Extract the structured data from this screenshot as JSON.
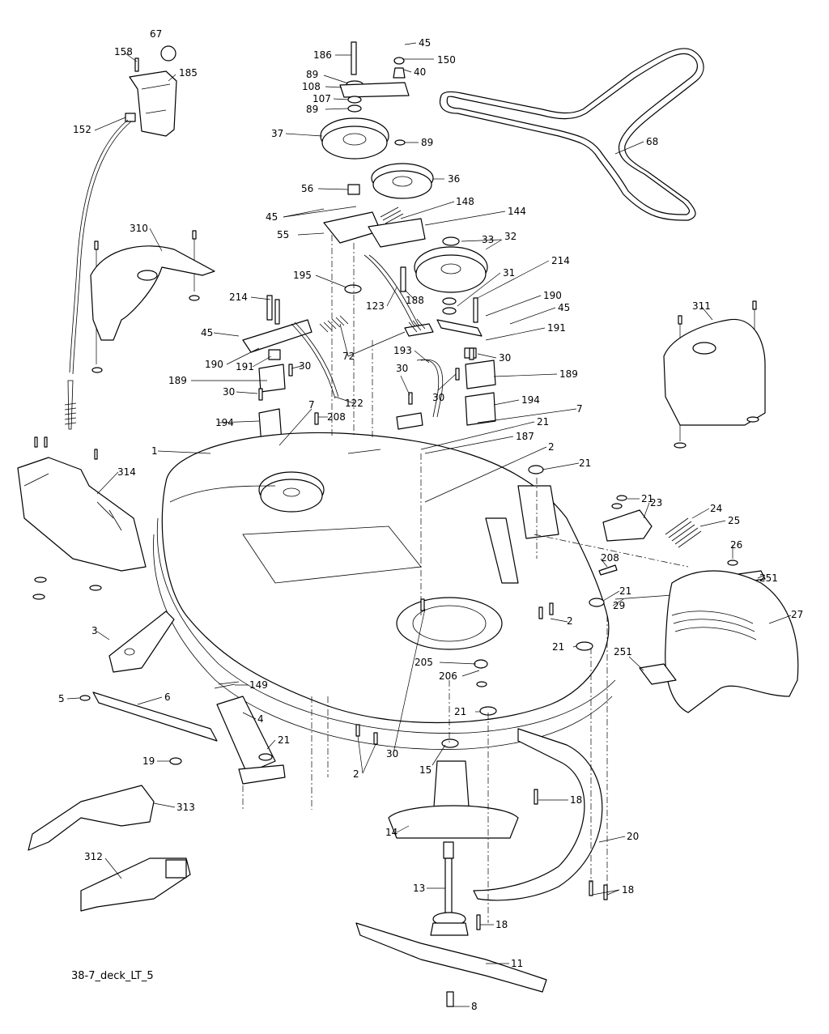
{
  "caption": "38-7_deck_LT_5",
  "callouts": [
    {
      "id": "c67",
      "label": "67"
    },
    {
      "id": "c158",
      "label": "158"
    },
    {
      "id": "c185",
      "label": "185"
    },
    {
      "id": "c152",
      "label": "152"
    },
    {
      "id": "c186",
      "label": "186"
    },
    {
      "id": "c45a",
      "label": "45"
    },
    {
      "id": "c150",
      "label": "150"
    },
    {
      "id": "c89a",
      "label": "89"
    },
    {
      "id": "c40",
      "label": "40"
    },
    {
      "id": "c108",
      "label": "108"
    },
    {
      "id": "c107",
      "label": "107"
    },
    {
      "id": "c89b",
      "label": "89"
    },
    {
      "id": "c37",
      "label": "37"
    },
    {
      "id": "c89c",
      "label": "89"
    },
    {
      "id": "c68",
      "label": "68"
    },
    {
      "id": "c36",
      "label": "36"
    },
    {
      "id": "c56",
      "label": "56"
    },
    {
      "id": "c148",
      "label": "148"
    },
    {
      "id": "c45b",
      "label": "45"
    },
    {
      "id": "c144",
      "label": "144"
    },
    {
      "id": "c55",
      "label": "55"
    },
    {
      "id": "c33",
      "label": "33"
    },
    {
      "id": "c32",
      "label": "32"
    },
    {
      "id": "c310",
      "label": "310"
    },
    {
      "id": "c214a",
      "label": "214"
    },
    {
      "id": "c195",
      "label": "195"
    },
    {
      "id": "c31",
      "label": "31"
    },
    {
      "id": "c190a",
      "label": "190"
    },
    {
      "id": "c123",
      "label": "123"
    },
    {
      "id": "c188",
      "label": "188"
    },
    {
      "id": "c214b",
      "label": "214"
    },
    {
      "id": "c311",
      "label": "311"
    },
    {
      "id": "c45c",
      "label": "45"
    },
    {
      "id": "c191a",
      "label": "191"
    },
    {
      "id": "c45d",
      "label": "45"
    },
    {
      "id": "c190b",
      "label": "190"
    },
    {
      "id": "c191b",
      "label": "191"
    },
    {
      "id": "c72",
      "label": "72"
    },
    {
      "id": "c193",
      "label": "193"
    },
    {
      "id": "c30a",
      "label": "30"
    },
    {
      "id": "c30b",
      "label": "30"
    },
    {
      "id": "c189a",
      "label": "189"
    },
    {
      "id": "c189b",
      "label": "189"
    },
    {
      "id": "c30c",
      "label": "30"
    },
    {
      "id": "c30d",
      "label": "30"
    },
    {
      "id": "c30e",
      "label": "30"
    },
    {
      "id": "c122",
      "label": "122"
    },
    {
      "id": "c7a",
      "label": "7"
    },
    {
      "id": "c194a",
      "label": "194"
    },
    {
      "id": "c7b",
      "label": "7"
    },
    {
      "id": "c208a",
      "label": "208"
    },
    {
      "id": "c194b",
      "label": "194"
    },
    {
      "id": "c21a",
      "label": "21"
    },
    {
      "id": "c187",
      "label": "187"
    },
    {
      "id": "c1",
      "label": "1"
    },
    {
      "id": "c2a",
      "label": "2"
    },
    {
      "id": "c21b",
      "label": "21"
    },
    {
      "id": "c314",
      "label": "314"
    },
    {
      "id": "c21c",
      "label": "21"
    },
    {
      "id": "c23",
      "label": "23"
    },
    {
      "id": "c24",
      "label": "24"
    },
    {
      "id": "c25",
      "label": "25"
    },
    {
      "id": "c26",
      "label": "26"
    },
    {
      "id": "c208b",
      "label": "208"
    },
    {
      "id": "c251a",
      "label": "251"
    },
    {
      "id": "c21d",
      "label": "21"
    },
    {
      "id": "c29",
      "label": "29"
    },
    {
      "id": "c27",
      "label": "27"
    },
    {
      "id": "c2b",
      "label": "2"
    },
    {
      "id": "c3",
      "label": "3"
    },
    {
      "id": "c21e",
      "label": "21"
    },
    {
      "id": "c251b",
      "label": "251"
    },
    {
      "id": "c205",
      "label": "205"
    },
    {
      "id": "c206",
      "label": "206"
    },
    {
      "id": "c5",
      "label": "5"
    },
    {
      "id": "c6",
      "label": "6"
    },
    {
      "id": "c149",
      "label": "149"
    },
    {
      "id": "c4",
      "label": "4"
    },
    {
      "id": "c21f",
      "label": "21"
    },
    {
      "id": "c19",
      "label": "19"
    },
    {
      "id": "c21g",
      "label": "21"
    },
    {
      "id": "c30f",
      "label": "30"
    },
    {
      "id": "c15",
      "label": "15"
    },
    {
      "id": "c2c",
      "label": "2"
    },
    {
      "id": "c18a",
      "label": "18"
    },
    {
      "id": "c313",
      "label": "313"
    },
    {
      "id": "c14",
      "label": "14"
    },
    {
      "id": "c20",
      "label": "20"
    },
    {
      "id": "c312",
      "label": "312"
    },
    {
      "id": "c13",
      "label": "13"
    },
    {
      "id": "c18b",
      "label": "18"
    },
    {
      "id": "c18c",
      "label": "18"
    },
    {
      "id": "c11",
      "label": "11"
    },
    {
      "id": "c8",
      "label": "8"
    }
  ]
}
